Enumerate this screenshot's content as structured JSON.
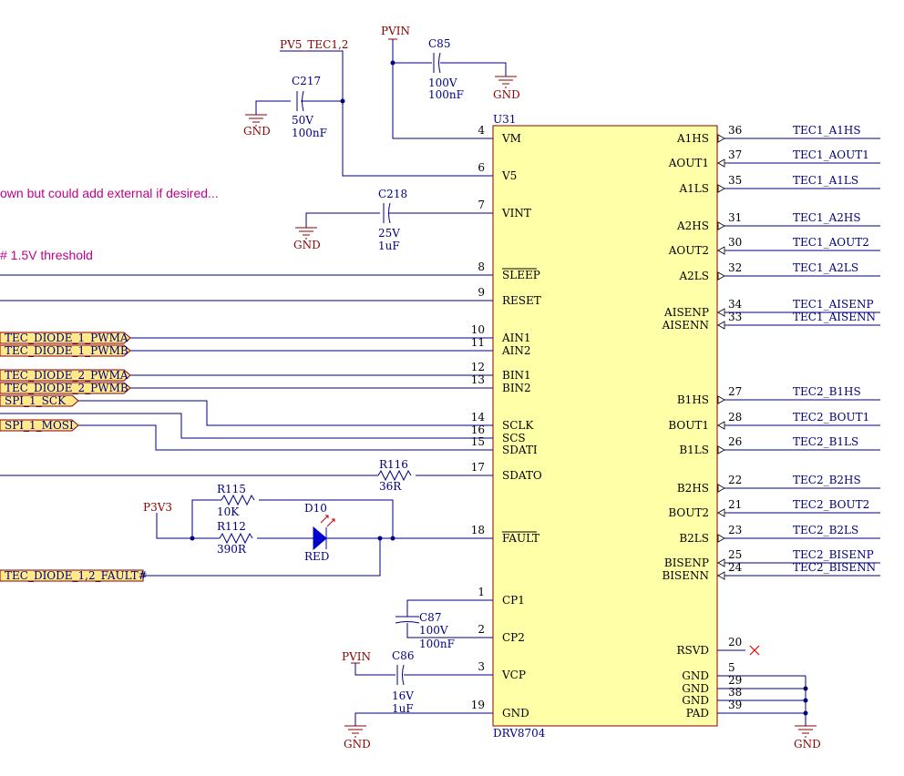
{
  "chip": {
    "ref": "U31",
    "part": "DRV8704",
    "left_pins": [
      {
        "num": "4",
        "name": "VM",
        "bar": false
      },
      {
        "num": "6",
        "name": "V5",
        "bar": false
      },
      {
        "num": "7",
        "name": "VINT",
        "bar": false
      },
      {
        "num": "8",
        "name": "SLEEP",
        "bar": true
      },
      {
        "num": "9",
        "name": "RESET",
        "bar": false
      },
      {
        "num": "10",
        "name": "AIN1",
        "bar": false
      },
      {
        "num": "11",
        "name": "AIN2",
        "bar": false
      },
      {
        "num": "12",
        "name": "BIN1",
        "bar": false
      },
      {
        "num": "13",
        "name": "BIN2",
        "bar": false
      },
      {
        "num": "14",
        "name": "SCLK",
        "bar": false
      },
      {
        "num": "16",
        "name": "SCS",
        "bar": false
      },
      {
        "num": "15",
        "name": "SDATI",
        "bar": false
      },
      {
        "num": "17",
        "name": "SDATO",
        "bar": false
      },
      {
        "num": "18",
        "name": "FAULT",
        "bar": true
      },
      {
        "num": "1",
        "name": "CP1",
        "bar": false
      },
      {
        "num": "2",
        "name": "CP2",
        "bar": false
      },
      {
        "num": "3",
        "name": "VCP",
        "bar": false
      },
      {
        "num": "19",
        "name": "GND",
        "bar": false
      }
    ],
    "right_pins": [
      {
        "num": "36",
        "name": "A1HS",
        "net": "TEC1_A1HS",
        "dir": "out"
      },
      {
        "num": "37",
        "name": "AOUT1",
        "net": "TEC1_AOUT1",
        "dir": "in"
      },
      {
        "num": "35",
        "name": "A1LS",
        "net": "TEC1_A1LS",
        "dir": "out"
      },
      {
        "num": "31",
        "name": "A2HS",
        "net": "TEC1_A2HS",
        "dir": "out"
      },
      {
        "num": "30",
        "name": "AOUT2",
        "net": "TEC1_AOUT2",
        "dir": "in"
      },
      {
        "num": "32",
        "name": "A2LS",
        "net": "TEC1_A2LS",
        "dir": "out"
      },
      {
        "num": "34",
        "name": "AISENP",
        "net": "TEC1_AISENP",
        "dir": "in"
      },
      {
        "num": "33",
        "name": "AISENN",
        "net": "TEC1_AISENN",
        "dir": "in"
      },
      {
        "num": "27",
        "name": "B1HS",
        "net": "TEC2_B1HS",
        "dir": "out"
      },
      {
        "num": "28",
        "name": "BOUT1",
        "net": "TEC2_BOUT1",
        "dir": "in"
      },
      {
        "num": "26",
        "name": "B1LS",
        "net": "TEC2_B1LS",
        "dir": "out"
      },
      {
        "num": "22",
        "name": "B2HS",
        "net": "TEC2_B2HS",
        "dir": "out"
      },
      {
        "num": "21",
        "name": "BOUT2",
        "net": "TEC2_BOUT2",
        "dir": "in"
      },
      {
        "num": "23",
        "name": "B2LS",
        "net": "TEC2_B2LS",
        "dir": "out"
      },
      {
        "num": "25",
        "name": "BISENP",
        "net": "TEC2_BISENP",
        "dir": "in"
      },
      {
        "num": "24",
        "name": "BISENN",
        "net": "TEC2_BISENN",
        "dir": "in"
      },
      {
        "num": "20",
        "name": "RSVD",
        "net": "",
        "dir": "none"
      },
      {
        "num": "5",
        "name": "GND",
        "net": "",
        "dir": "none"
      },
      {
        "num": "29",
        "name": "GND",
        "net": "",
        "dir": "none"
      },
      {
        "num": "38",
        "name": "GND",
        "net": "",
        "dir": "none"
      },
      {
        "num": "39",
        "name": "PAD",
        "net": "",
        "dir": "none"
      }
    ]
  },
  "ports": [
    {
      "id": "p_pwma",
      "label": "TEC_DIODE_1_PWMA"
    },
    {
      "id": "p_pwmb",
      "label": "TEC_DIODE_1_PWMB"
    },
    {
      "id": "p2_pwma",
      "label": "TEC_DIODE_2_PWMA"
    },
    {
      "id": "p2_pwmb",
      "label": "TEC_DIODE_2_PWMB"
    },
    {
      "id": "p_sck",
      "label": "SPI_1_SCK"
    },
    {
      "id": "p_mosi",
      "label": "SPI_1_MOSI"
    },
    {
      "id": "p_fault",
      "label": "TEC_DIODE_1,2_FAULT#"
    }
  ],
  "components": {
    "c85": {
      "ref": "C85",
      "voltage": "100V",
      "value": "100nF"
    },
    "c217": {
      "ref": "C217",
      "voltage": "50V",
      "value": "100nF"
    },
    "c218": {
      "ref": "C218",
      "voltage": "25V",
      "value": "1uF"
    },
    "c87": {
      "ref": "C87",
      "voltage": "100V",
      "value": "100nF"
    },
    "c86": {
      "ref": "C86",
      "voltage": "16V",
      "value": "1uF"
    },
    "r116": {
      "ref": "R116",
      "value": "36R"
    },
    "r115": {
      "ref": "R115",
      "value": "10K"
    },
    "r112": {
      "ref": "R112",
      "value": "390R"
    },
    "d10": {
      "ref": "D10",
      "value": "RED"
    }
  },
  "power": {
    "pvin_top": "PVIN",
    "pv5": "PV5_TEC1,2",
    "p3v3": "P3V3",
    "pvin_bottom": "PVIN",
    "gnd": "GND"
  },
  "notes": {
    "note1": "own but could add external if desired...",
    "note2": "# 1.5V threshold"
  },
  "colors": {
    "wire": "#000080",
    "chip_fill": "#ffffa8",
    "chip_border": "#8b0000",
    "pin_text": "#000000",
    "ref_text": "#000080",
    "power_text": "#8b0000",
    "note_text": "#c0008c",
    "port_fill": "#ffe98a",
    "diode": "#0000cc",
    "no_connect": "#e00000"
  }
}
